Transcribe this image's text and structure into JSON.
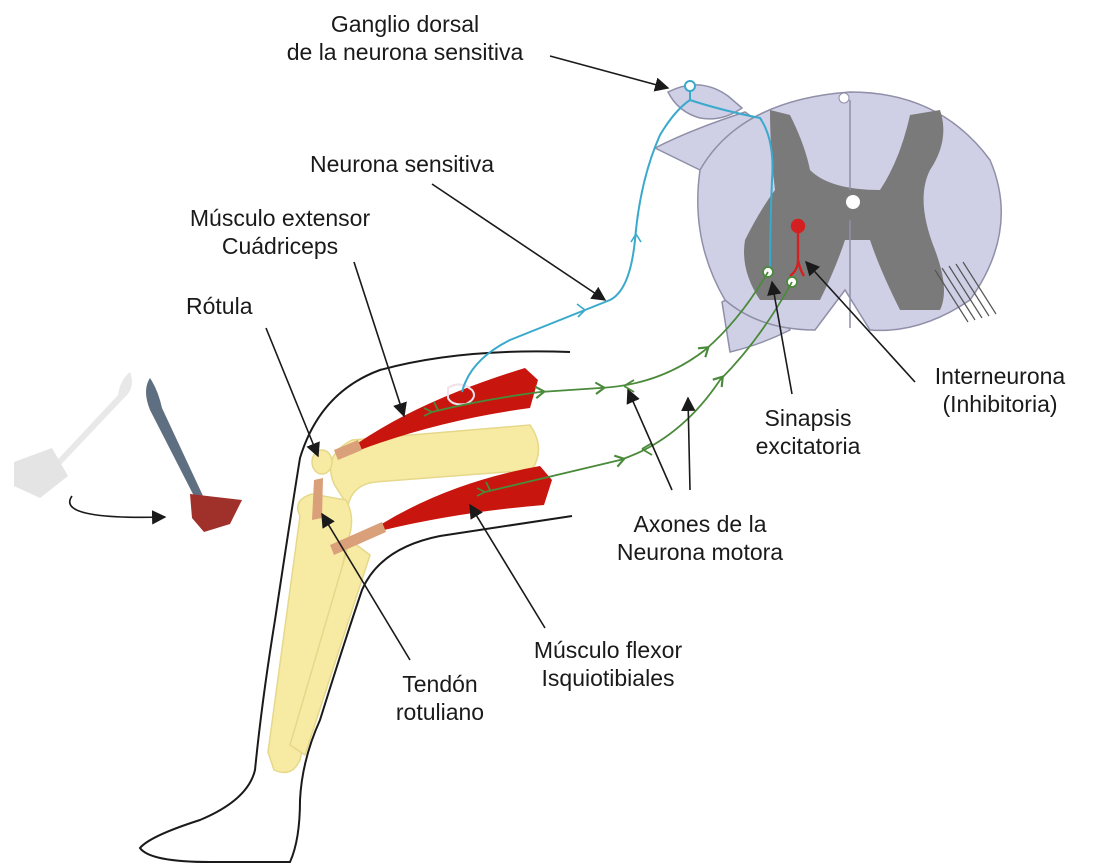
{
  "labels": {
    "ganglio": [
      "Ganglio dorsal",
      "de la neurona sensitiva"
    ],
    "neurona_sensitiva": "Neurona sensitiva",
    "musculo_extensor": [
      "Músculo extensor",
      "Cuádriceps"
    ],
    "rotula": "Rótula",
    "interneurona": [
      "Interneurona",
      "(Inhibitoria)"
    ],
    "sinapsis": [
      "Sinapsis",
      "excitatoria"
    ],
    "axones": [
      "Axones de la",
      "Neurona motora"
    ],
    "musculo_flexor": [
      "Músculo flexor",
      "Isquiotibiales"
    ],
    "tendon": [
      "Tendón",
      "rotuliano"
    ]
  },
  "colors": {
    "grey_matter": "#7a7a7a",
    "white_matter": "#cfcfe6",
    "muscle": "#c8150e",
    "bone": "#f7eba3",
    "tendon": "#d9a07a",
    "sensory_neuron": "#39a9cc",
    "motor_neuron": "#4a8a3a",
    "interneuron": "#d42020"
  }
}
